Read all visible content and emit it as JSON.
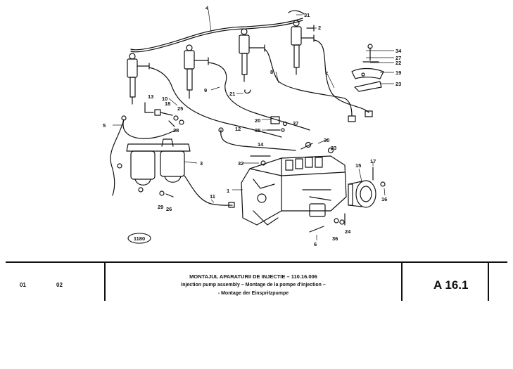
{
  "figure_code": "1180",
  "callouts": [
    "1",
    "2",
    "3",
    "4",
    "5",
    "6",
    "7",
    "8",
    "9",
    "10",
    "11",
    "12",
    "13",
    "14",
    "15",
    "16",
    "17",
    "18",
    "19",
    "20",
    "21",
    "22",
    "23",
    "24",
    "25",
    "26",
    "27",
    "28",
    "29",
    "30",
    "31",
    "32",
    "33",
    "34",
    "35",
    "36",
    "37"
  ],
  "title_block": {
    "left_code_a": "01",
    "left_code_b": "02",
    "title_line_1": "MONTAJUL APARATURII DE INJECTIE – 110.16.006",
    "title_line_2": "Injection pump assembly – Montage de la pompe d'injection –",
    "title_line_3": "- Montage der Einspritzpumpe",
    "sheet_number": "A 16.1"
  }
}
